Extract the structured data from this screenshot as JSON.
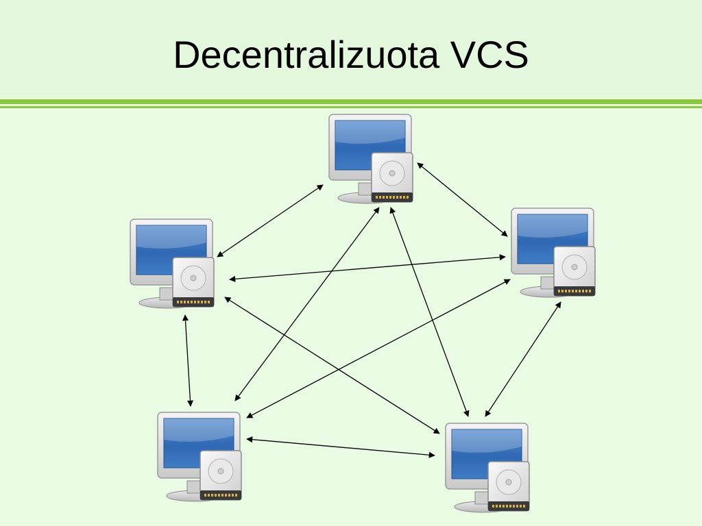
{
  "slide": {
    "title": "Decentralizuota VCS",
    "colors": {
      "background": "#eafbe4",
      "accent_rule": "#8cc63f"
    }
  },
  "diagram": {
    "node_icon": "computer-with-hard-drive-icon",
    "nodes": [
      {
        "id": "top"
      },
      {
        "id": "left"
      },
      {
        "id": "right"
      },
      {
        "id": "bottom-left"
      },
      {
        "id": "bottom-right"
      }
    ],
    "connections": [
      {
        "from": "top",
        "to": "left",
        "bidirectional": true
      },
      {
        "from": "top",
        "to": "right",
        "bidirectional": true
      },
      {
        "from": "top",
        "to": "bottom-left",
        "bidirectional": true
      },
      {
        "from": "top",
        "to": "bottom-right",
        "bidirectional": true
      },
      {
        "from": "left",
        "to": "right",
        "bidirectional": true
      },
      {
        "from": "left",
        "to": "bottom-left",
        "bidirectional": true
      },
      {
        "from": "left",
        "to": "bottom-right",
        "bidirectional": true
      },
      {
        "from": "right",
        "to": "bottom-left",
        "bidirectional": true
      },
      {
        "from": "right",
        "to": "bottom-right",
        "bidirectional": true
      },
      {
        "from": "bottom-left",
        "to": "bottom-right",
        "bidirectional": true
      }
    ]
  }
}
